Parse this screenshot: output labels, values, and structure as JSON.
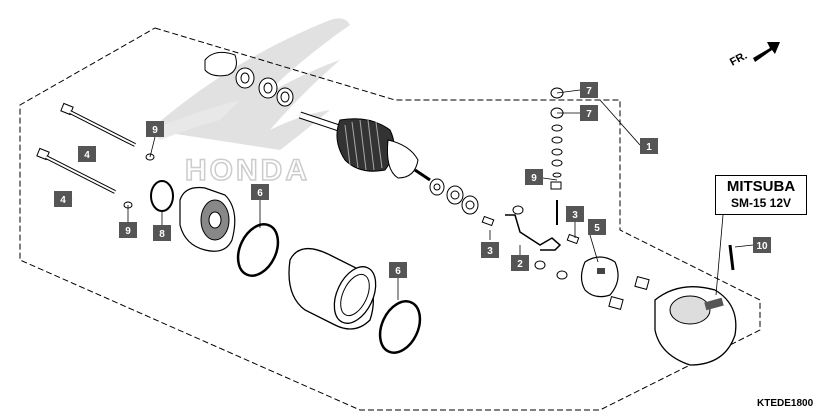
{
  "watermark": {
    "text": "HONDA"
  },
  "direction_label": "FR.",
  "maker_box": {
    "line1": "MITSUBA",
    "line2": "SM-15  12V"
  },
  "diagram_code": "KTEDE1800",
  "callouts": {
    "c1": "1",
    "c2": "2",
    "c3a": "3",
    "c3b": "3",
    "c4a": "4",
    "c4b": "4",
    "c5": "5",
    "c6a": "6",
    "c6b": "6",
    "c7a": "7",
    "c7b": "7",
    "c8": "8",
    "c9a": "9",
    "c9b": "9",
    "c9c": "9",
    "c10": "10"
  },
  "colors": {
    "callout_bg": "#555555",
    "line": "#000000",
    "watermark": "#d8d8d8"
  }
}
